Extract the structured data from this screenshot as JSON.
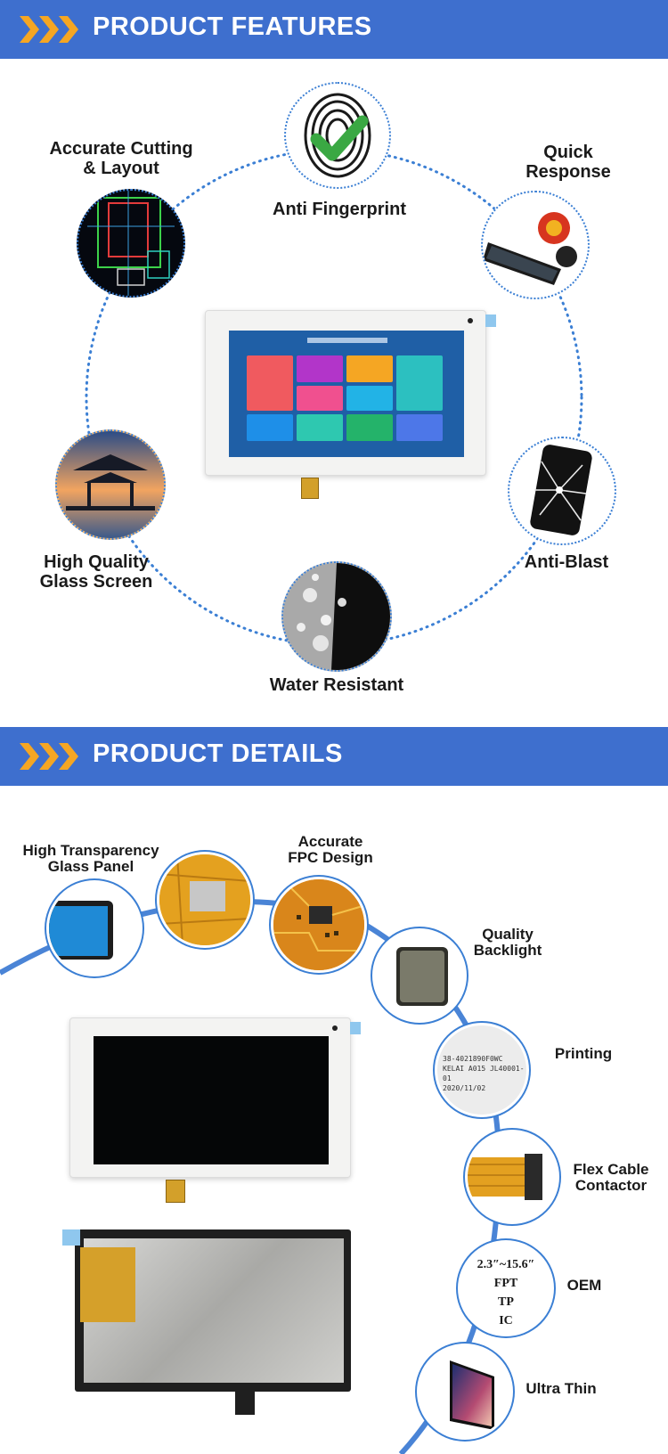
{
  "features": {
    "banner_title": "PRODUCT FEATURES",
    "items": [
      {
        "id": "anti-fingerprint",
        "label": "Anti Fingerprint"
      },
      {
        "id": "accurate-cutting",
        "label_lines": [
          "Accurate Cutting",
          "& Layout"
        ]
      },
      {
        "id": "quick-response",
        "label_lines": [
          "Quick",
          "Response"
        ]
      },
      {
        "id": "high-quality-glass",
        "label_lines": [
          "High Quality",
          "Glass Screen"
        ]
      },
      {
        "id": "anti-blast",
        "label": "Anti-Blast"
      },
      {
        "id": "water-resistant",
        "label": "Water Resistant"
      }
    ]
  },
  "details": {
    "banner_title": "PRODUCT DETAILS",
    "items": [
      {
        "id": "glass-panel",
        "label_lines": [
          "High Transparency",
          "Glass Panel"
        ]
      },
      {
        "id": "fpc-design",
        "label_lines": [
          "Accurate",
          "FPC Design"
        ]
      },
      {
        "id": "backlight",
        "label_lines": [
          "Quality",
          "Backlight"
        ]
      },
      {
        "id": "printing",
        "label": "Printing"
      },
      {
        "id": "flex-cable",
        "label_lines": [
          "Flex Cable",
          "Contactor"
        ]
      },
      {
        "id": "oem",
        "label": "OEM",
        "circle_lines": [
          "2.3″~15.6″",
          "FPT",
          "TP",
          "IC"
        ]
      },
      {
        "id": "ultra-thin",
        "label": "Ultra Thin"
      }
    ],
    "printing_lines": [
      "38-4021890F0WC",
      "KELAI A015 JL40001-01",
      "2020/11/02"
    ]
  },
  "colors": {
    "banner": "#3e6fce",
    "chevron": "#f5a623",
    "dotted_ring": "#3b7fd4",
    "solid_ring": "#4a84d6"
  }
}
